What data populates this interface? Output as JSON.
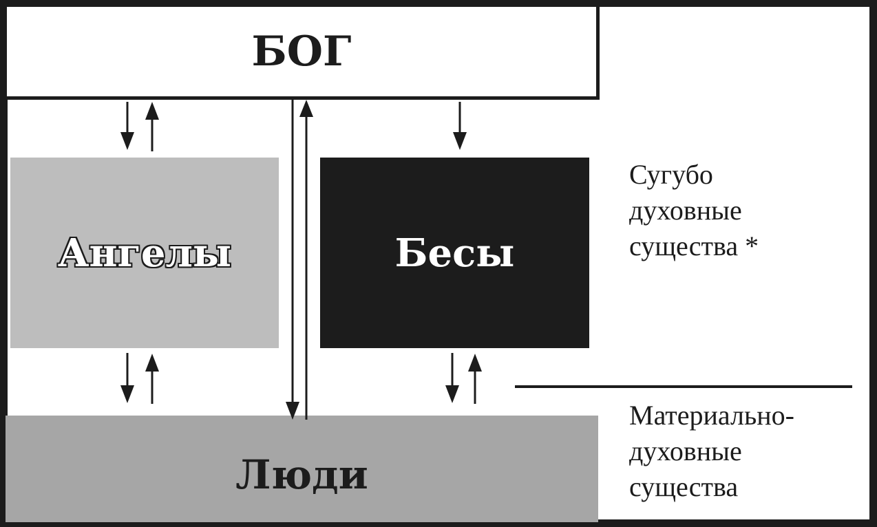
{
  "nodes": {
    "god": "БОГ",
    "angels": "Ангелы",
    "demons": "Бесы",
    "people": "Люди"
  },
  "labels": {
    "spiritual_beings": "Сугубо\nдуховные\nсущества *",
    "material_spiritual_beings": "Материально-\nдуховные\nсущества"
  },
  "colors": {
    "ink": "#1c1c1c",
    "angels_fill": "#bdbdbd",
    "demons_fill": "#1c1c1c",
    "people_fill": "#a6a6a6"
  },
  "edges": [
    {
      "from": "god",
      "to": "angels",
      "direction": "both"
    },
    {
      "from": "god",
      "to": "demons",
      "direction": "one-way"
    },
    {
      "from": "god",
      "to": "people",
      "direction": "both"
    },
    {
      "from": "angels",
      "to": "people",
      "direction": "both"
    },
    {
      "from": "demons",
      "to": "people",
      "direction": "both"
    }
  ]
}
